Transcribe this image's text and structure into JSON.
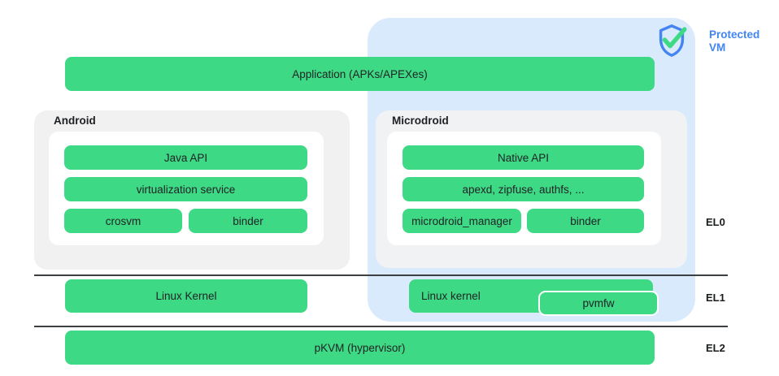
{
  "colors": {
    "green": "#3ed985",
    "blue_bg": "#d9eafc",
    "blue_accent": "#4285f4",
    "gray_box": "#f1f1f1",
    "gray_box2": "#f0f2f4",
    "line": "#3c4043"
  },
  "protected_vm": {
    "label": "Protected\nVM",
    "shield_icon": "shield-check-icon"
  },
  "app_bar": {
    "label": "Application (APKs/APEXes)"
  },
  "android": {
    "title": "Android",
    "bars": {
      "java_api": "Java API",
      "virtualization_service": "virtualization service",
      "crosvm": "crosvm",
      "binder": "binder"
    }
  },
  "microdroid": {
    "title": "Microdroid",
    "bars": {
      "native_api": "Native API",
      "apexd": "apexd, zipfuse, authfs, ...",
      "microdroid_manager": "microdroid_manager",
      "binder": "binder"
    }
  },
  "el1_row": {
    "linux_kernel_host": "Linux Kernel",
    "linux_kernel_guest": "Linux kernel",
    "pvmfw": "pvmfw"
  },
  "el2_row": {
    "pkvm": "pKVM (hypervisor)"
  },
  "exception_levels": {
    "el0": "EL0",
    "el1": "EL1",
    "el2": "EL2"
  }
}
